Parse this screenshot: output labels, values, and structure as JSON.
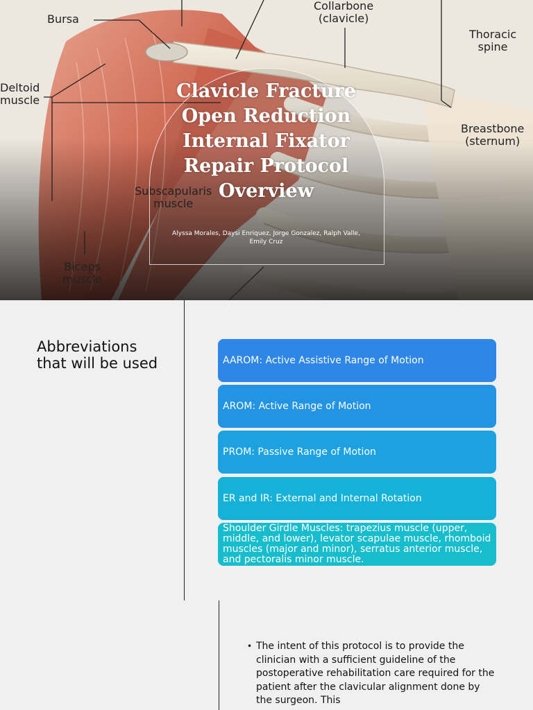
{
  "slide1": {
    "title": "Clavicle Fracture Open Reduction Internal Fixator Repair Protocol Overview",
    "authors": "Alyssa Morales, Daysi Enriquez, Jorge Gonzalez, Ralph Valle, Emily Cruz",
    "labels": {
      "bursa": "Bursa",
      "collarbone": "Collarbone\n(clavicle)",
      "thoracic_spine": "Thoracic\nspine",
      "deltoid": "Deltoid\nmuscle",
      "breastbone": "Breastbone\n(sternum)",
      "subscapularis": "Subscapularis\nmuscle",
      "biceps": "Biceps\nmuscle"
    }
  },
  "slide2": {
    "heading": "Abbreviations that will be used",
    "items": [
      {
        "text": "AAROM: Active Assistive Range of Motion",
        "color": "#2e86e6"
      },
      {
        "text": "AROM: Active Range of Motion",
        "color": "#2393e4"
      },
      {
        "text": "PROM: Passive Range of Motion",
        "color": "#1ca2e1"
      },
      {
        "text": "ER and IR: External and Internal Rotation",
        "color": "#16b1d8"
      },
      {
        "text": "Shoulder Girdle Muscles: trapezius muscle (upper, middle, and lower), levator scapulae muscle, rhomboid muscles (major and minor), serratus anterior muscle, and pectoralis minor muscle.",
        "color": "#17bccd"
      }
    ]
  },
  "slide3": {
    "bullet": "The intent of this protocol is to provide the clinician with a sufficient guideline of the postoperative rehabilitation care required for the patient after the clavicular alignment done by the surgeon. This"
  }
}
